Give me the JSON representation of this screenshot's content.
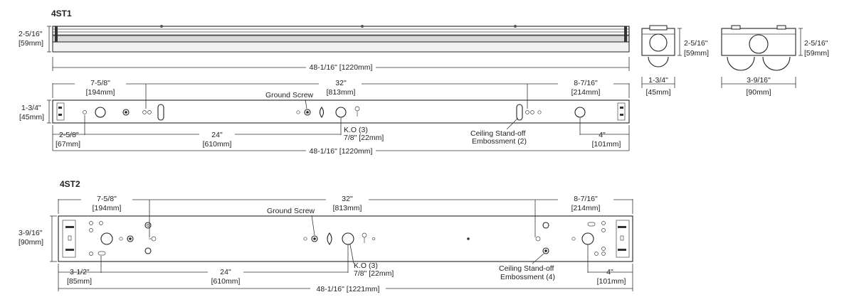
{
  "st1": {
    "title": "4ST1",
    "side_h_in": "2-5/16\"",
    "side_h_mm": "[59mm]",
    "side_len": "48-1/16\" [1220mm]",
    "b_w_in": "1-3/4\"",
    "b_w_mm": "[45mm]",
    "top_l_in": "7-5/8\"",
    "top_l_mm": "[194mm]",
    "top_c_in": "32\"",
    "top_c_mm": "[813mm]",
    "top_r_in": "8-7/16\"",
    "top_r_mm": "[214mm]",
    "ground": "Ground Screw",
    "ko_a": "K.O (3)",
    "ko_b": "7/8\" [22mm]",
    "ceil_a": "Ceiling Stand-off",
    "ceil_b": "Embossment (2)",
    "bot_l_in": "2-5/8\"",
    "bot_l_mm": "[67mm]",
    "bot_c_in": "24\"",
    "bot_c_mm": "[610mm]",
    "bot_r_in": "4\"",
    "bot_r_mm": "[101mm]",
    "bot_len": "48-1/16\" [1220mm]"
  },
  "end1": {
    "h_in": "2-5/16\"",
    "h_mm": "[59mm]",
    "w_in": "1-3/4\"",
    "w_mm": "[45mm]"
  },
  "end2": {
    "h_in": "2-5/16\"",
    "h_mm": "[59mm]",
    "w_in": "3-9/16\"",
    "w_mm": "[90mm]"
  },
  "st2": {
    "title": "4ST2",
    "h_in": "3-9/16\"",
    "h_mm": "[90mm]",
    "top_l_in": "7-5/8\"",
    "top_l_mm": "[194mm]",
    "top_c_in": "32\"",
    "top_c_mm": "[813mm]",
    "top_r_in": "8-7/16\"",
    "top_r_mm": "[214mm]",
    "ground": "Ground Screw",
    "ko_a": "K.O (3)",
    "ko_b": "7/8\" [22mm]",
    "ceil_a": "Ceiling Stand-off",
    "ceil_b": "Embossment (4)",
    "bot_l_in": "3-1/2\"",
    "bot_l_mm": "[85mm]",
    "bot_c_in": "24\"",
    "bot_c_mm": "[610mm]",
    "bot_r_in": "4\"",
    "bot_r_mm": "[101mm]",
    "bot_len": "48-1/16\" [1221mm]"
  }
}
